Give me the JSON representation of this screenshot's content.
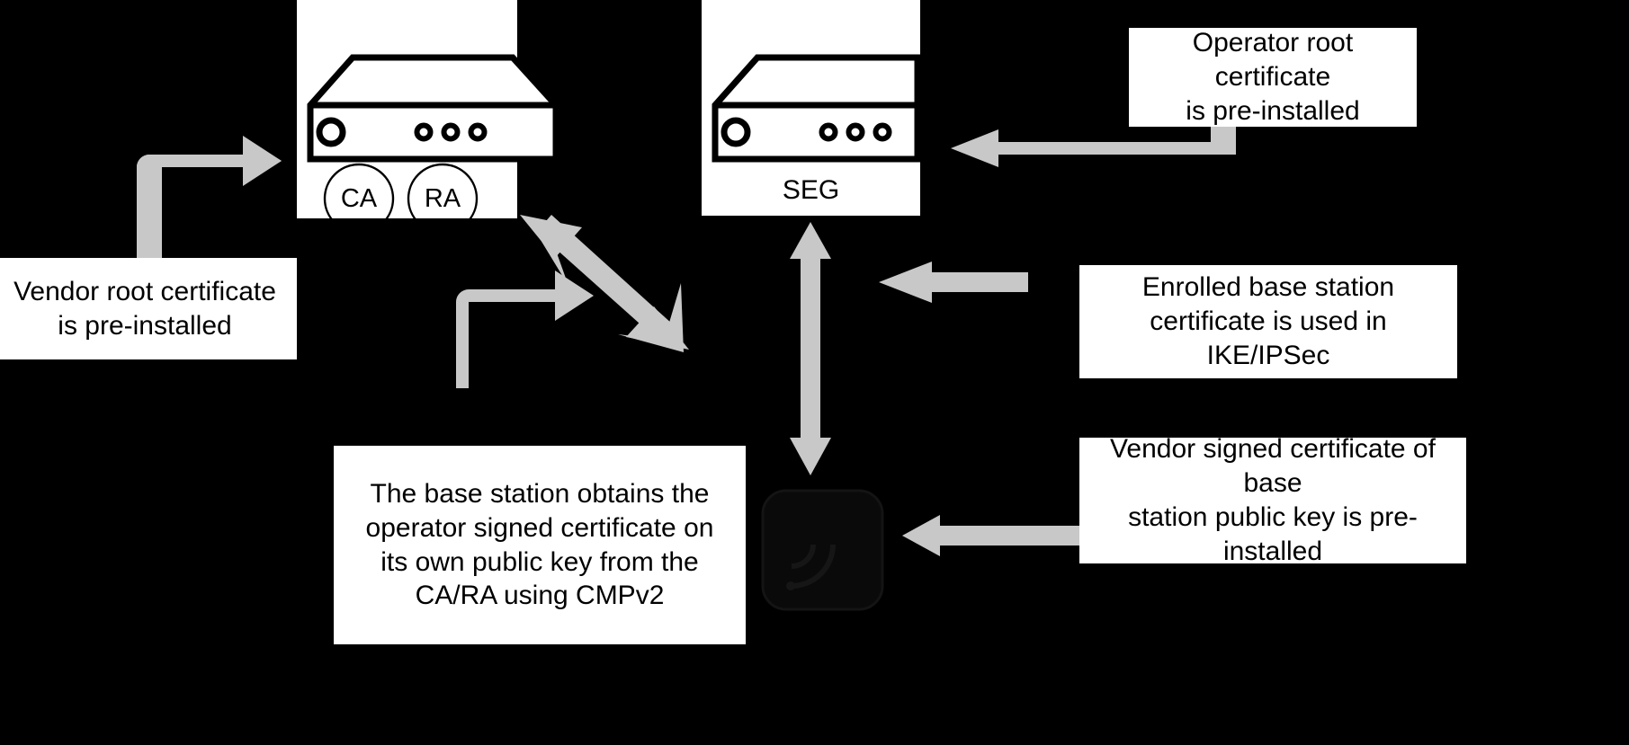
{
  "diagram": {
    "background_color": "#000000",
    "panel_color": "#ffffff",
    "arrow_color": "#c8c8c8",
    "stroke_color": "#000000",
    "devices": [
      {
        "id": "base-station",
        "label": "",
        "sublabels": [
          "CA",
          "RA"
        ]
      },
      {
        "id": "security-gateway",
        "label": "SEG"
      }
    ],
    "ca_label": "CA",
    "ra_label": "RA",
    "seg_label": "SEG",
    "notes": [
      {
        "id": "vendor-root-certificate",
        "lines": [
          "Vendor root certificate",
          "is pre-installed"
        ]
      },
      {
        "id": "operator-root-certificate",
        "lines": [
          "Operator root certificate",
          "is pre-installed"
        ]
      },
      {
        "id": "base-station-cmpv2",
        "lines": [
          "The base station obtains the",
          "operator signed certificate on",
          "its own public key from the",
          "CA/RA using CMPv2"
        ]
      },
      {
        "id": "enrolled-base-station-certificate",
        "lines": [
          "Enrolled base station",
          "certificate is used in IKE/IPSec"
        ]
      },
      {
        "id": "vendor-signed-certificate",
        "lines": [
          "Vendor signed certificate of base",
          "station public key is pre-installed"
        ]
      }
    ]
  }
}
